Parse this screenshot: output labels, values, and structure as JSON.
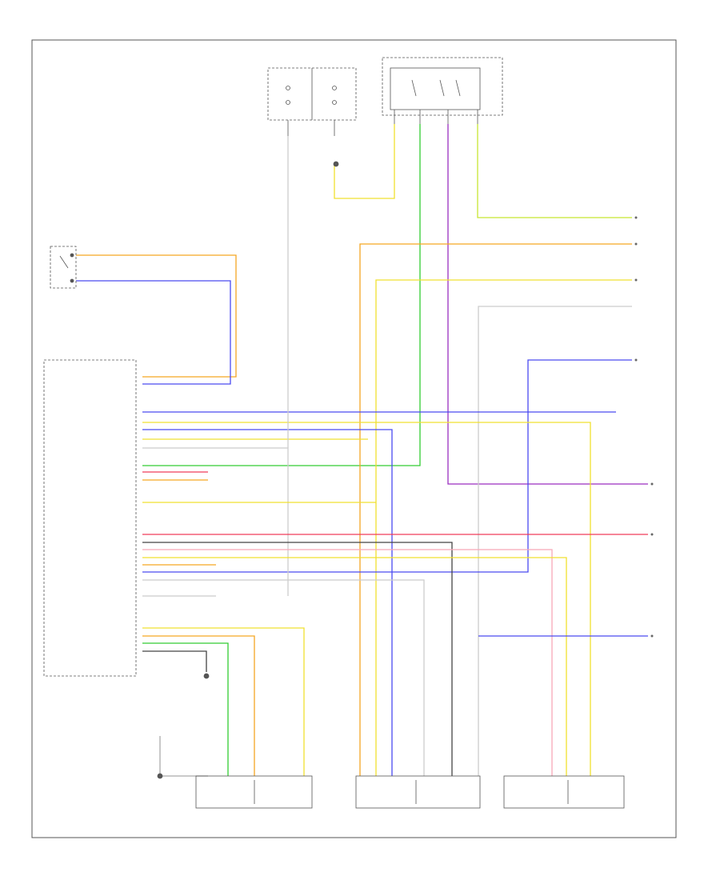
{
  "colors": {
    "orange": "#f5a623",
    "blue": "#4a4af0",
    "green": "#33cc33",
    "yellow": "#f0e030",
    "violet": "#9a2fc0",
    "red": "#f03c5a",
    "pink": "#f7a8b8",
    "dark": "#444444",
    "grey": "#cccccc",
    "ygreen": "#c8e632"
  },
  "labels": {
    "smart_junction_box": "",
    "fuse_left": "",
    "fuse_right": "",
    "switch_box": "",
    "pressure_switch": "",
    "module": "",
    "blend_left": "",
    "recirc": "",
    "blend_right": "",
    "corner": "",
    "ground_bottom": "",
    "note_center": "",
    "note_right": "",
    "note_right_low": ""
  },
  "wires": [
    {
      "label": "",
      "color": "orange"
    },
    {
      "label": "",
      "color": "blue"
    },
    {
      "label": "",
      "color": "ygreen"
    },
    {
      "label": "",
      "color": "yellow"
    },
    {
      "label": "",
      "color": "grey"
    },
    {
      "label": "",
      "color": "blue"
    },
    {
      "label": "",
      "color": "violet"
    },
    {
      "label": "",
      "color": "red"
    },
    {
      "label": "",
      "color": "blue"
    }
  ]
}
